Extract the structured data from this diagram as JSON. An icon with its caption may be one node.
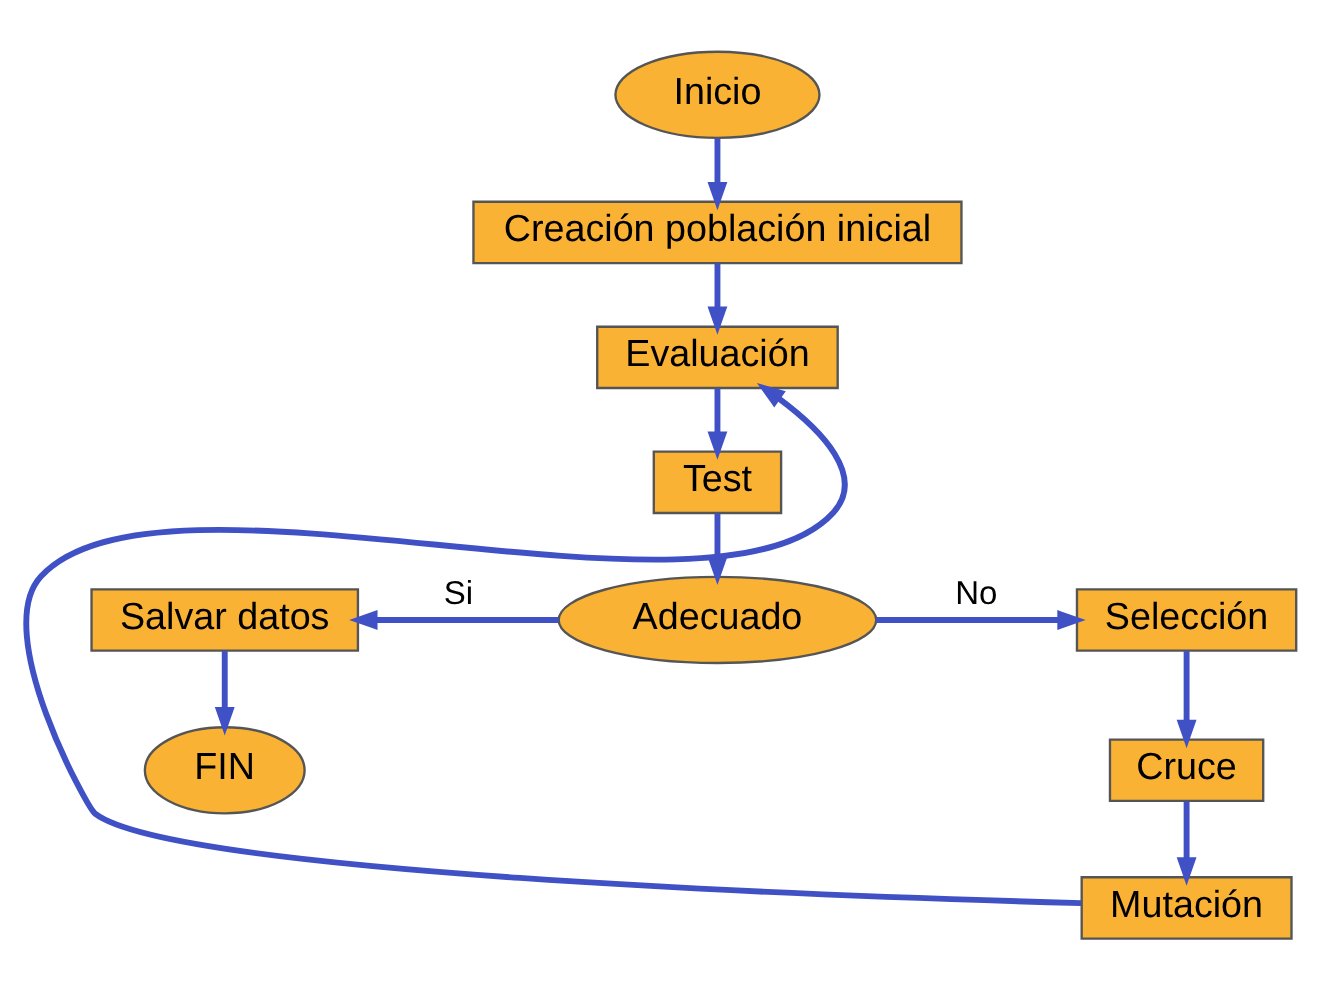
{
  "diagram": {
    "nodes": [
      {
        "text": [
          "Inicio"
        ]
      },
      {
        "text": [
          "Creación población inicial"
        ]
      },
      {
        "text": [
          "Evaluación"
        ]
      },
      {
        "text": [
          "Test"
        ]
      },
      {
        "text": [
          "Adecuado"
        ]
      },
      {
        "text": [
          "Salvar datos"
        ]
      },
      {
        "text": [
          "FIN"
        ]
      },
      {
        "text": [
          "Selección"
        ]
      },
      {
        "text": [
          "Cruce"
        ]
      },
      {
        "text": [
          "Mutación"
        ]
      }
    ],
    "edges": [
      {
        "from": 0,
        "to": 1,
        "arrow": "to"
      },
      {
        "from": 1,
        "to": 2,
        "arrow": "to"
      },
      {
        "from": 2,
        "to": 3,
        "arrow": "to"
      },
      {
        "from": 3,
        "to": 4,
        "arrow": "to"
      },
      {
        "from": 4,
        "to": 5,
        "arrow": "to",
        "label": "Si"
      },
      {
        "from": 5,
        "to": 6,
        "arrow": "to"
      },
      {
        "from": 4,
        "to": 7,
        "arrow": "to",
        "label": "No"
      },
      {
        "from": 7,
        "to": 8,
        "arrow": "to"
      },
      {
        "from": 8,
        "to": 9,
        "arrow": "to"
      },
      {
        "from": 9,
        "to": 2,
        "arrow": "to"
      }
    ]
  }
}
